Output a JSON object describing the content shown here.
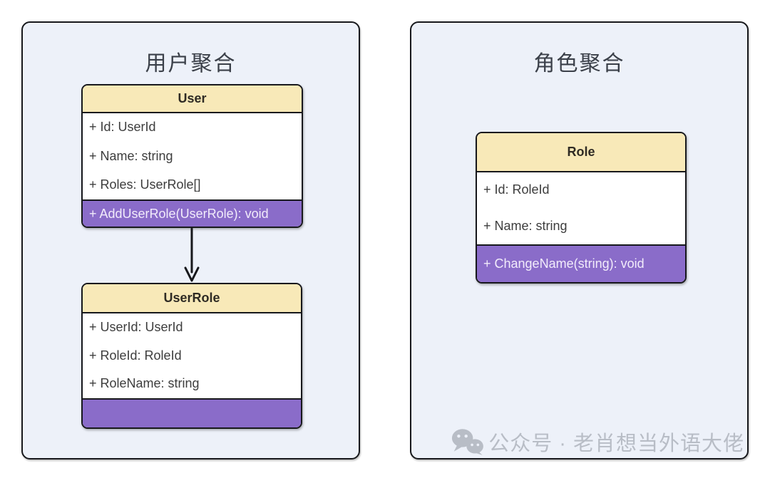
{
  "colors": {
    "page_background": "#ffffff",
    "aggregate_background": "#edf1f9",
    "border": "#17181c",
    "class_header_background": "#f8e9b8",
    "method_section_background": "#8a6cc9",
    "method_text": "#f2ecfb",
    "field_text": "#3d3d3d",
    "watermark_text": "#8e939d"
  },
  "aggregates": [
    {
      "title": "用户聚合",
      "classes": [
        {
          "name": "User",
          "fields": [
            "+ Id: UserId",
            "+ Name: string",
            "+ Roles: UserRole[]"
          ],
          "methods": [
            "+ AddUserRole(UserRole): void"
          ]
        },
        {
          "name": "UserRole",
          "fields": [
            "+ UserId: UserId",
            "+ RoleId: RoleId",
            "+ RoleName: string"
          ],
          "methods": []
        }
      ],
      "relations": [
        {
          "from": "User",
          "to": "UserRole",
          "type": "arrow-down"
        }
      ]
    },
    {
      "title": "角色聚合",
      "classes": [
        {
          "name": "Role",
          "fields": [
            "+ Id: RoleId",
            "+ Name: string"
          ],
          "methods": [
            "+ ChangeName(string): void"
          ]
        }
      ],
      "relations": []
    }
  ],
  "watermark": {
    "icon": "wechat-icon",
    "text": "公众号 · 老肖想当外语大佬"
  }
}
